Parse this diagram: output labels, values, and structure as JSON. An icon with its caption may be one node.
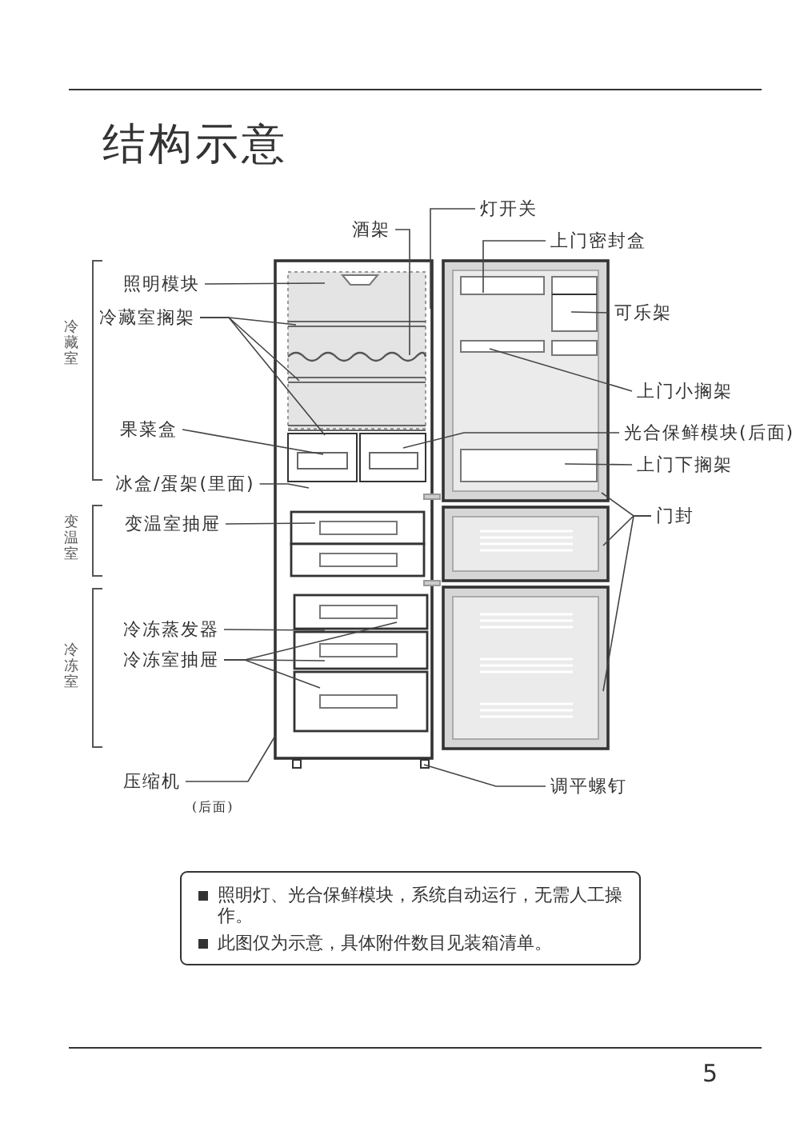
{
  "diagram": {
    "title": "结构示意",
    "nodes": [
      {
        "text": [
          "灯开关"
        ]
      },
      {
        "text": [
          "酒架"
        ]
      },
      {
        "text": [
          "上门密封盒"
        ]
      },
      {
        "text": [
          "照明模块"
        ]
      },
      {
        "text": [
          "可乐架"
        ]
      },
      {
        "text": [
          "冷藏室搁架"
        ]
      },
      {
        "text": [
          "上门小搁架"
        ]
      },
      {
        "text": [
          "果菜盒"
        ]
      },
      {
        "text": [
          "光合保鲜模块(后面)"
        ]
      },
      {
        "text": [
          "上门下搁架"
        ]
      },
      {
        "text": [
          "冰盒/蛋架(里面)"
        ]
      },
      {
        "text": [
          "门封"
        ]
      },
      {
        "text": [
          "变温室抽屉"
        ]
      },
      {
        "text": [
          "冷冻蒸发器"
        ]
      },
      {
        "text": [
          "冷冻室抽屉"
        ]
      },
      {
        "text": [
          "压缩机"
        ],
        "beside": [
          "(后面)"
        ]
      },
      {
        "text": [
          "调平螺钉"
        ]
      }
    ],
    "edges": [
      {
        "from": 0,
        "to": null,
        "arrow": "none"
      },
      {
        "from": 1,
        "to": null,
        "arrow": "none"
      },
      {
        "from": 2,
        "to": null,
        "arrow": "none"
      },
      {
        "from": 3,
        "to": null,
        "arrow": "none"
      },
      {
        "from": 4,
        "to": null,
        "arrow": "none"
      },
      {
        "from": 5,
        "to": null,
        "arrow": "none"
      },
      {
        "from": 5,
        "to": null,
        "arrow": "none"
      },
      {
        "from": 5,
        "to": null,
        "arrow": "none"
      },
      {
        "from": 6,
        "to": null,
        "arrow": "none"
      },
      {
        "from": 7,
        "to": null,
        "arrow": "none"
      },
      {
        "from": 8,
        "to": null,
        "arrow": "none"
      },
      {
        "from": 9,
        "to": null,
        "arrow": "none"
      },
      {
        "from": 10,
        "to": null,
        "arrow": "none"
      },
      {
        "from": 11,
        "to": null,
        "arrow": "none"
      },
      {
        "from": 11,
        "to": null,
        "arrow": "none"
      },
      {
        "from": 11,
        "to": null,
        "arrow": "none"
      },
      {
        "from": 12,
        "to": null,
        "arrow": "none"
      },
      {
        "from": 13,
        "to": null,
        "arrow": "none"
      },
      {
        "from": 14,
        "to": null,
        "arrow": "none"
      },
      {
        "from": 14,
        "to": null,
        "arrow": "none"
      },
      {
        "from": 14,
        "to": null,
        "arrow": "none"
      },
      {
        "from": 15,
        "to": null,
        "arrow": "none"
      },
      {
        "from": 16,
        "to": null,
        "arrow": "none"
      }
    ],
    "labels": [
      "冷藏室",
      "变温室",
      "冷冻室",
      "照明灯、光合保鲜模块，系统自动运行，无需人工操作。",
      "此图仅为示意，具体附件数目见装箱清单。",
      "5"
    ]
  }
}
